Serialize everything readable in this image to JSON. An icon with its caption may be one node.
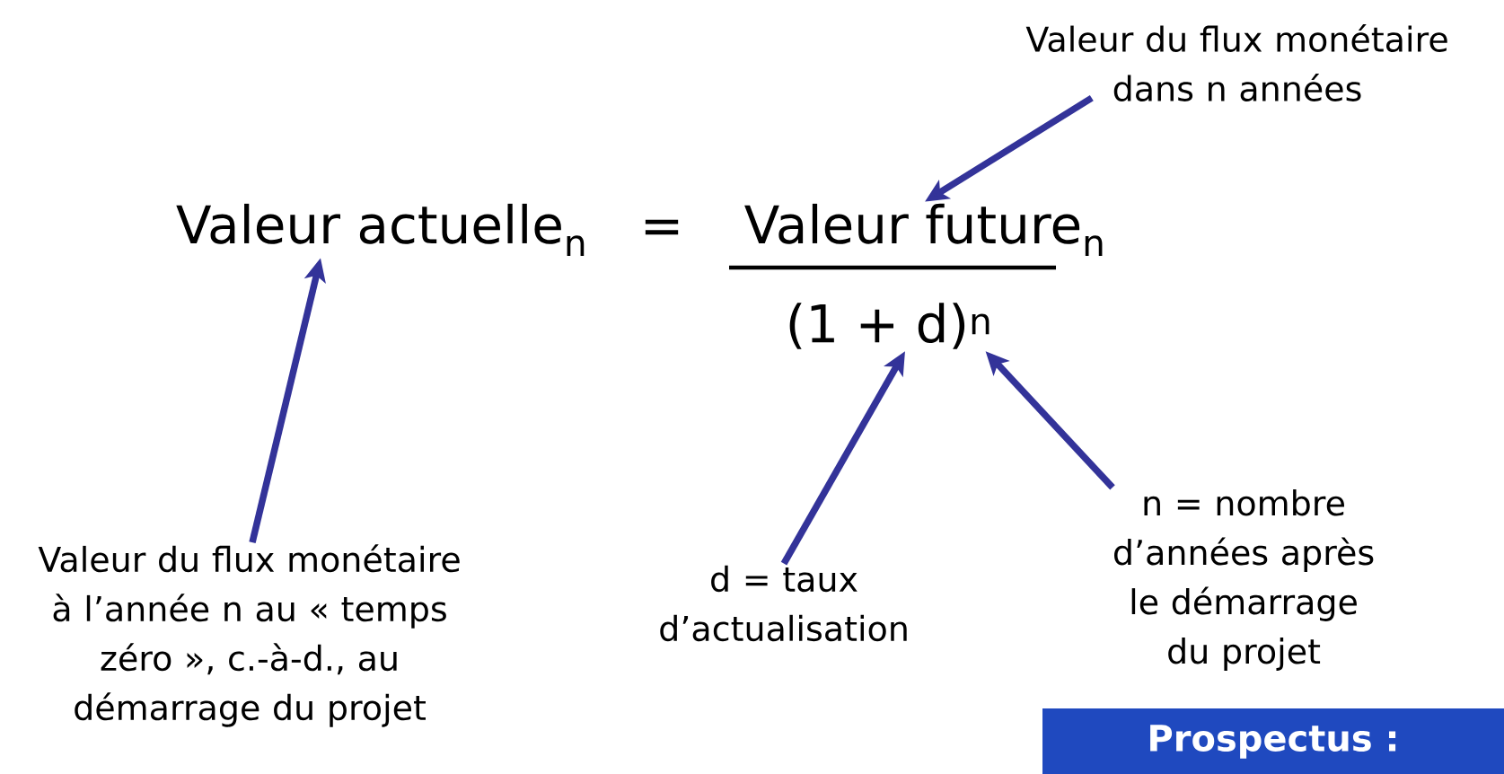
{
  "diagram": {
    "nodes": [
      {
        "text": [
          "Valeur du flux monétaire dans n années"
        ]
      },
      {
        "text": [
          "Valeur actuelle$_{n}$"
        ]
      },
      {
        "text": [
          "Valeur future$_{n}$"
        ]
      },
      {
        "text": [
          "(1 + d)$^{n}$"
        ]
      },
      {
        "text": [
          "Valeur du flux monétaire à l’année n au « temps zéro », c.-à-d., au démarrage du projet"
        ]
      },
      {
        "text": [
          "d = taux d’actualisation"
        ]
      },
      {
        "text": [
          "n = nombre d’années après le démarrage du projet"
        ]
      },
      {
        "text": [
          "Prospectus :"
        ]
      }
    ],
    "edges": [
      {
        "from": 0,
        "to": 2,
        "arrow": "to"
      },
      {
        "from": 4,
        "to": 1,
        "arrow": "to"
      },
      {
        "from": 5,
        "to": 3,
        "arrow": "to"
      },
      {
        "from": 6,
        "to": 3,
        "arrow": "to"
      }
    ],
    "labels": [
      "="
    ]
  }
}
